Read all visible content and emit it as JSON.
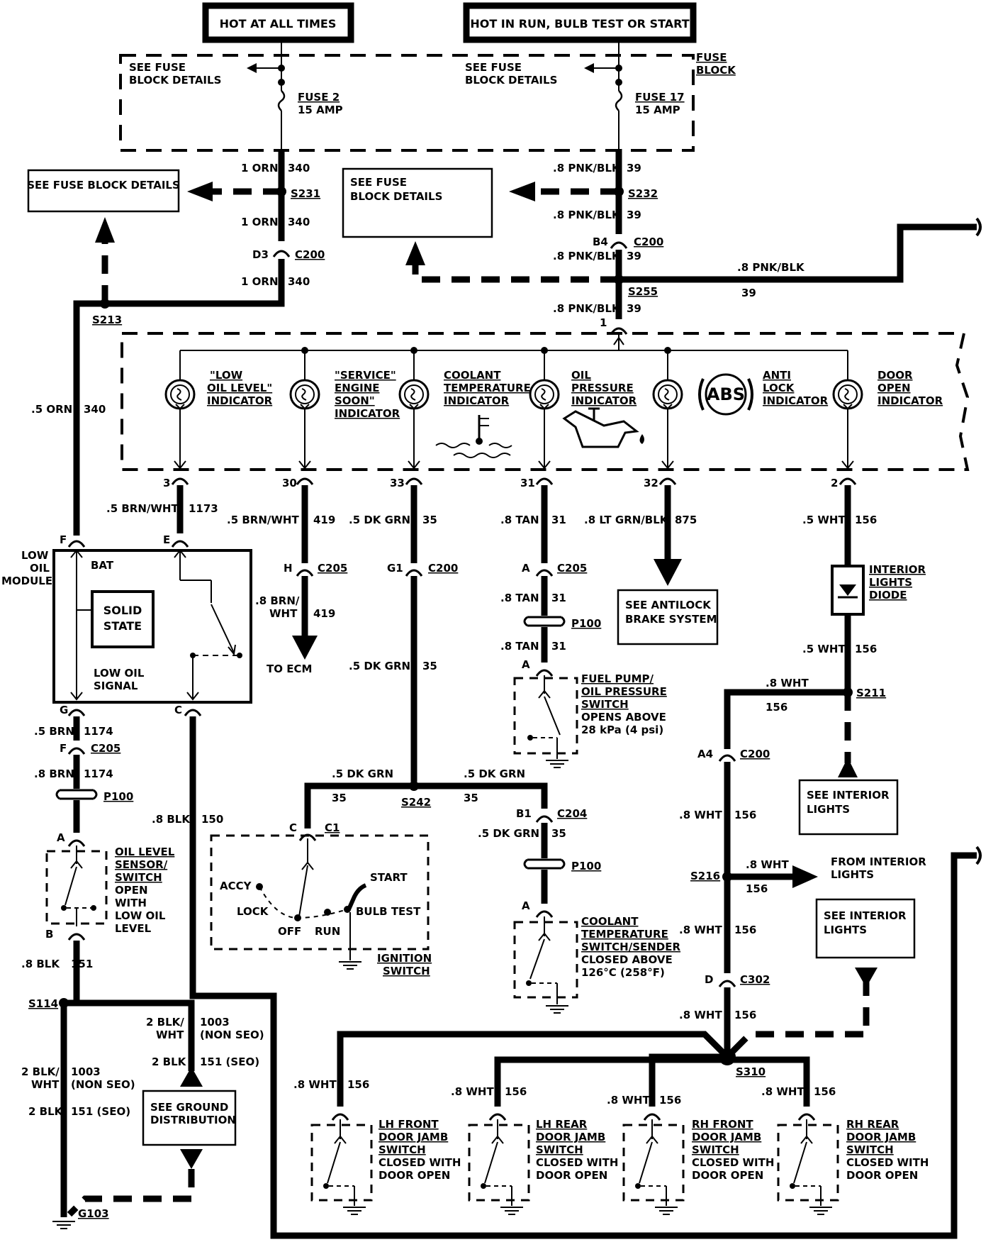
{
  "power": {
    "hot_all_times": "HOT AT ALL TIMES",
    "hot_run": "HOT IN RUN, BULB TEST OR START"
  },
  "fuse_block": {
    "label_line1": "FUSE",
    "label_line2": "BLOCK",
    "see_details_line1": "SEE FUSE",
    "see_details_line2": "BLOCK DETAILS",
    "see_details_single": "SEE FUSE BLOCK DETAILS",
    "fuse2_line1": "FUSE 2",
    "fuse2_line2": "15 AMP",
    "fuse17_line1": "FUSE 17",
    "fuse17_line2": "15 AMP"
  },
  "wires": {
    "orn1": "1 ORN",
    "c340": "340",
    "orn05": ".5 ORN",
    "pnkblk": ".8 PNK/BLK",
    "c39": "39",
    "brnwht05": ".5 BRN/WHT",
    "c1173": "1173",
    "c419": "419",
    "brn08a": ".8 BRN/",
    "brn08b": "WHT",
    "dkgrn05": ".5 DK GRN",
    "c35": "35",
    "tan08": ".8 TAN",
    "c31": "31",
    "ltgrnblk": ".8 LT GRN/BLK",
    "c875": "875",
    "wht05": ".5 WHT",
    "wht08": ".8 WHT",
    "c156": "156",
    "brn05": ".5 BRN",
    "brn08": ".8 BRN",
    "c1174": "1174",
    "blk08": ".8 BLK",
    "c150": "150",
    "c151": "151",
    "blk2a": "2 BLK/",
    "blk2b": "WHT",
    "c1003": "1003",
    "nonseo": "(NON SEO)",
    "blk2": "2 BLK",
    "c151seo": "151 (SEO)"
  },
  "splices": {
    "s231": "S231",
    "s232": "S232",
    "s255": "S255",
    "s213": "S213",
    "s242": "S242",
    "s211": "S211",
    "s216": "S216",
    "s310": "S310",
    "s114": "S114",
    "g103": "G103"
  },
  "connectors": {
    "c200": "C200",
    "c205": "C205",
    "c204": "C204",
    "c302": "C302",
    "c1": "C1",
    "p100": "P100",
    "d3": "D3",
    "b4": "B4",
    "h": "H",
    "g1": "G1",
    "a": "A",
    "a4": "A4",
    "b1": "B1",
    "d": "D",
    "c": "C",
    "f": "F",
    "e": "E",
    "g": "G",
    "b": "B",
    "pin1": "1",
    "pin3": "3",
    "pin30": "30",
    "pin33": "33",
    "pin31": "31",
    "pin32": "32",
    "pin2": "2"
  },
  "indicators": {
    "low_oil": [
      "\"LOW",
      "OIL LEVEL\"",
      "INDICATOR"
    ],
    "service": [
      "\"SERVICE\"",
      "ENGINE",
      "SOON\"",
      "INDICATOR"
    ],
    "coolant": [
      "COOLANT",
      "TEMPERATURE",
      "INDICATOR"
    ],
    "oil_pressure": [
      "OIL",
      "PRESSURE",
      "INDICATOR"
    ],
    "abs_badge": "ABS",
    "anti_lock": [
      "ANTI",
      "LOCK",
      "INDICATOR"
    ],
    "door_open": [
      "DOOR",
      "OPEN",
      "INDICATOR"
    ]
  },
  "module": {
    "name": [
      "LOW",
      "OIL",
      "MODULE"
    ],
    "bat": "BAT",
    "solid_state": [
      "SOLID",
      "STATE"
    ],
    "low_oil_signal": [
      "LOW OIL",
      "SIGNAL"
    ]
  },
  "destinations": {
    "to_ecm": "TO ECM",
    "antilock": [
      "SEE ANTILOCK",
      "BRAKE SYSTEM"
    ],
    "interior_lights_diode": [
      "INTERIOR",
      "LIGHTS",
      "DIODE"
    ],
    "see_interior_lights": [
      "SEE INTERIOR",
      "LIGHTS"
    ],
    "from_interior": [
      "FROM INTERIOR",
      "LIGHTS"
    ],
    "see_ground": [
      "SEE GROUND",
      "DISTRIBUTION"
    ]
  },
  "switches": {
    "fuel_pump": [
      "FUEL PUMP/",
      "OIL PRESSURE",
      "SWITCH",
      "OPENS ABOVE",
      "28 kPa (4 psi)"
    ],
    "oil_level": [
      "OIL LEVEL",
      "SENSOR/",
      "SWITCH",
      "OPEN",
      "WITH",
      "LOW OIL",
      "LEVEL"
    ],
    "coolant_sw": [
      "COOLANT",
      "TEMPERATURE",
      "SWITCH/SENDER",
      "CLOSED ABOVE",
      "126°C (258°F)"
    ],
    "ignition": [
      "IGNITION",
      "SWITCH"
    ],
    "ign_positions": {
      "accy": "ACCY",
      "lock": "LOCK",
      "off": "OFF",
      "run": "RUN",
      "start": "START",
      "bulb": "BULB TEST"
    },
    "lh_front": [
      "LH FRONT",
      "DOOR JAMB",
      "SWITCH",
      "CLOSED WITH",
      "DOOR OPEN"
    ],
    "lh_rear": [
      "LH REAR",
      "DOOR JAMB",
      "SWITCH",
      "CLOSED WITH",
      "DOOR OPEN"
    ],
    "rh_front": [
      "RH FRONT",
      "DOOR JAMB",
      "SWITCH",
      "CLOSED WITH",
      "DOOR OPEN"
    ],
    "rh_rear": [
      "RH REAR",
      "DOOR JAMB",
      "SWITCH",
      "CLOSED WITH",
      "DOOR OPEN"
    ]
  }
}
